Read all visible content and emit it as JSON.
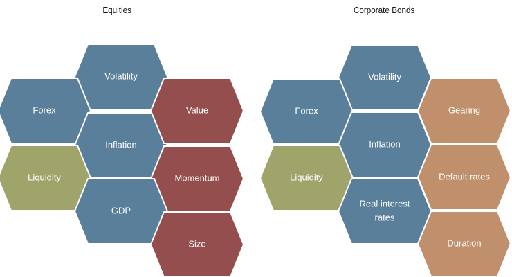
{
  "colors": {
    "blue": "#5a7f9a",
    "green": "#9ea46a",
    "red": "#954e4e",
    "tan": "#c0906c"
  },
  "panels": [
    {
      "title": "Equities",
      "hexagons": [
        {
          "id": "eq-volatility",
          "lines": [
            "Volatility"
          ],
          "color": "blue"
        },
        {
          "id": "eq-forex",
          "lines": [
            "Forex"
          ],
          "color": "blue"
        },
        {
          "id": "eq-inflation",
          "lines": [
            "Inflation"
          ],
          "color": "blue"
        },
        {
          "id": "eq-value",
          "lines": [
            "Value"
          ],
          "color": "red"
        },
        {
          "id": "eq-liquidity",
          "lines": [
            "Liquidity"
          ],
          "color": "green"
        },
        {
          "id": "eq-momentum",
          "lines": [
            "Momentum"
          ],
          "color": "red"
        },
        {
          "id": "eq-gdp",
          "lines": [
            "GDP"
          ],
          "color": "blue"
        },
        {
          "id": "eq-size",
          "lines": [
            "Size"
          ],
          "color": "red"
        }
      ]
    },
    {
      "title": "Corporate Bonds",
      "hexagons": [
        {
          "id": "cb-volatility",
          "lines": [
            "Volatility"
          ],
          "color": "blue"
        },
        {
          "id": "cb-forex",
          "lines": [
            "Forex"
          ],
          "color": "blue"
        },
        {
          "id": "cb-gearing",
          "lines": [
            "Gearing"
          ],
          "color": "tan"
        },
        {
          "id": "cb-inflation",
          "lines": [
            "Inflation"
          ],
          "color": "blue"
        },
        {
          "id": "cb-liquidity",
          "lines": [
            "Liquidity"
          ],
          "color": "green"
        },
        {
          "id": "cb-default-rates",
          "lines": [
            "Default rates"
          ],
          "color": "tan"
        },
        {
          "id": "cb-real-interest-rates",
          "lines": [
            "Real interest",
            "rates"
          ],
          "color": "blue"
        },
        {
          "id": "cb-duration",
          "lines": [
            "Duration"
          ],
          "color": "tan"
        }
      ]
    }
  ]
}
